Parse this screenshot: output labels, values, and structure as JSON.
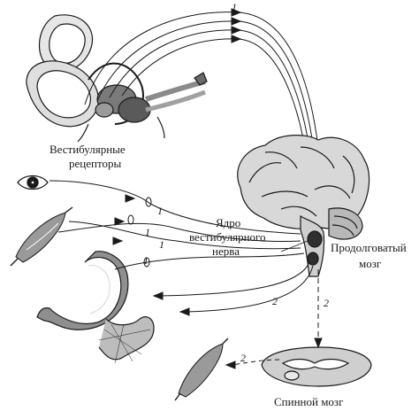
{
  "labels": {
    "vestibular_receptors_line1": "Вестибулярные",
    "vestibular_receptors_line2": "рецепторы",
    "nucleus_line1": "Ядро",
    "nucleus_line2": "вестибулярного",
    "nucleus_line3": "нерва",
    "medulla_line1": "Продолговатый",
    "medulla_line2": "мозг",
    "spinal_cord": "Спинной мозг"
  },
  "markers": {
    "afferent": "1",
    "efferent": "2"
  },
  "colors": {
    "ink": "#1a1a1a",
    "tissue_dark": "#3a3a3a",
    "tissue_mid": "#8a8a8a",
    "tissue_light": "#c8c8c8"
  }
}
